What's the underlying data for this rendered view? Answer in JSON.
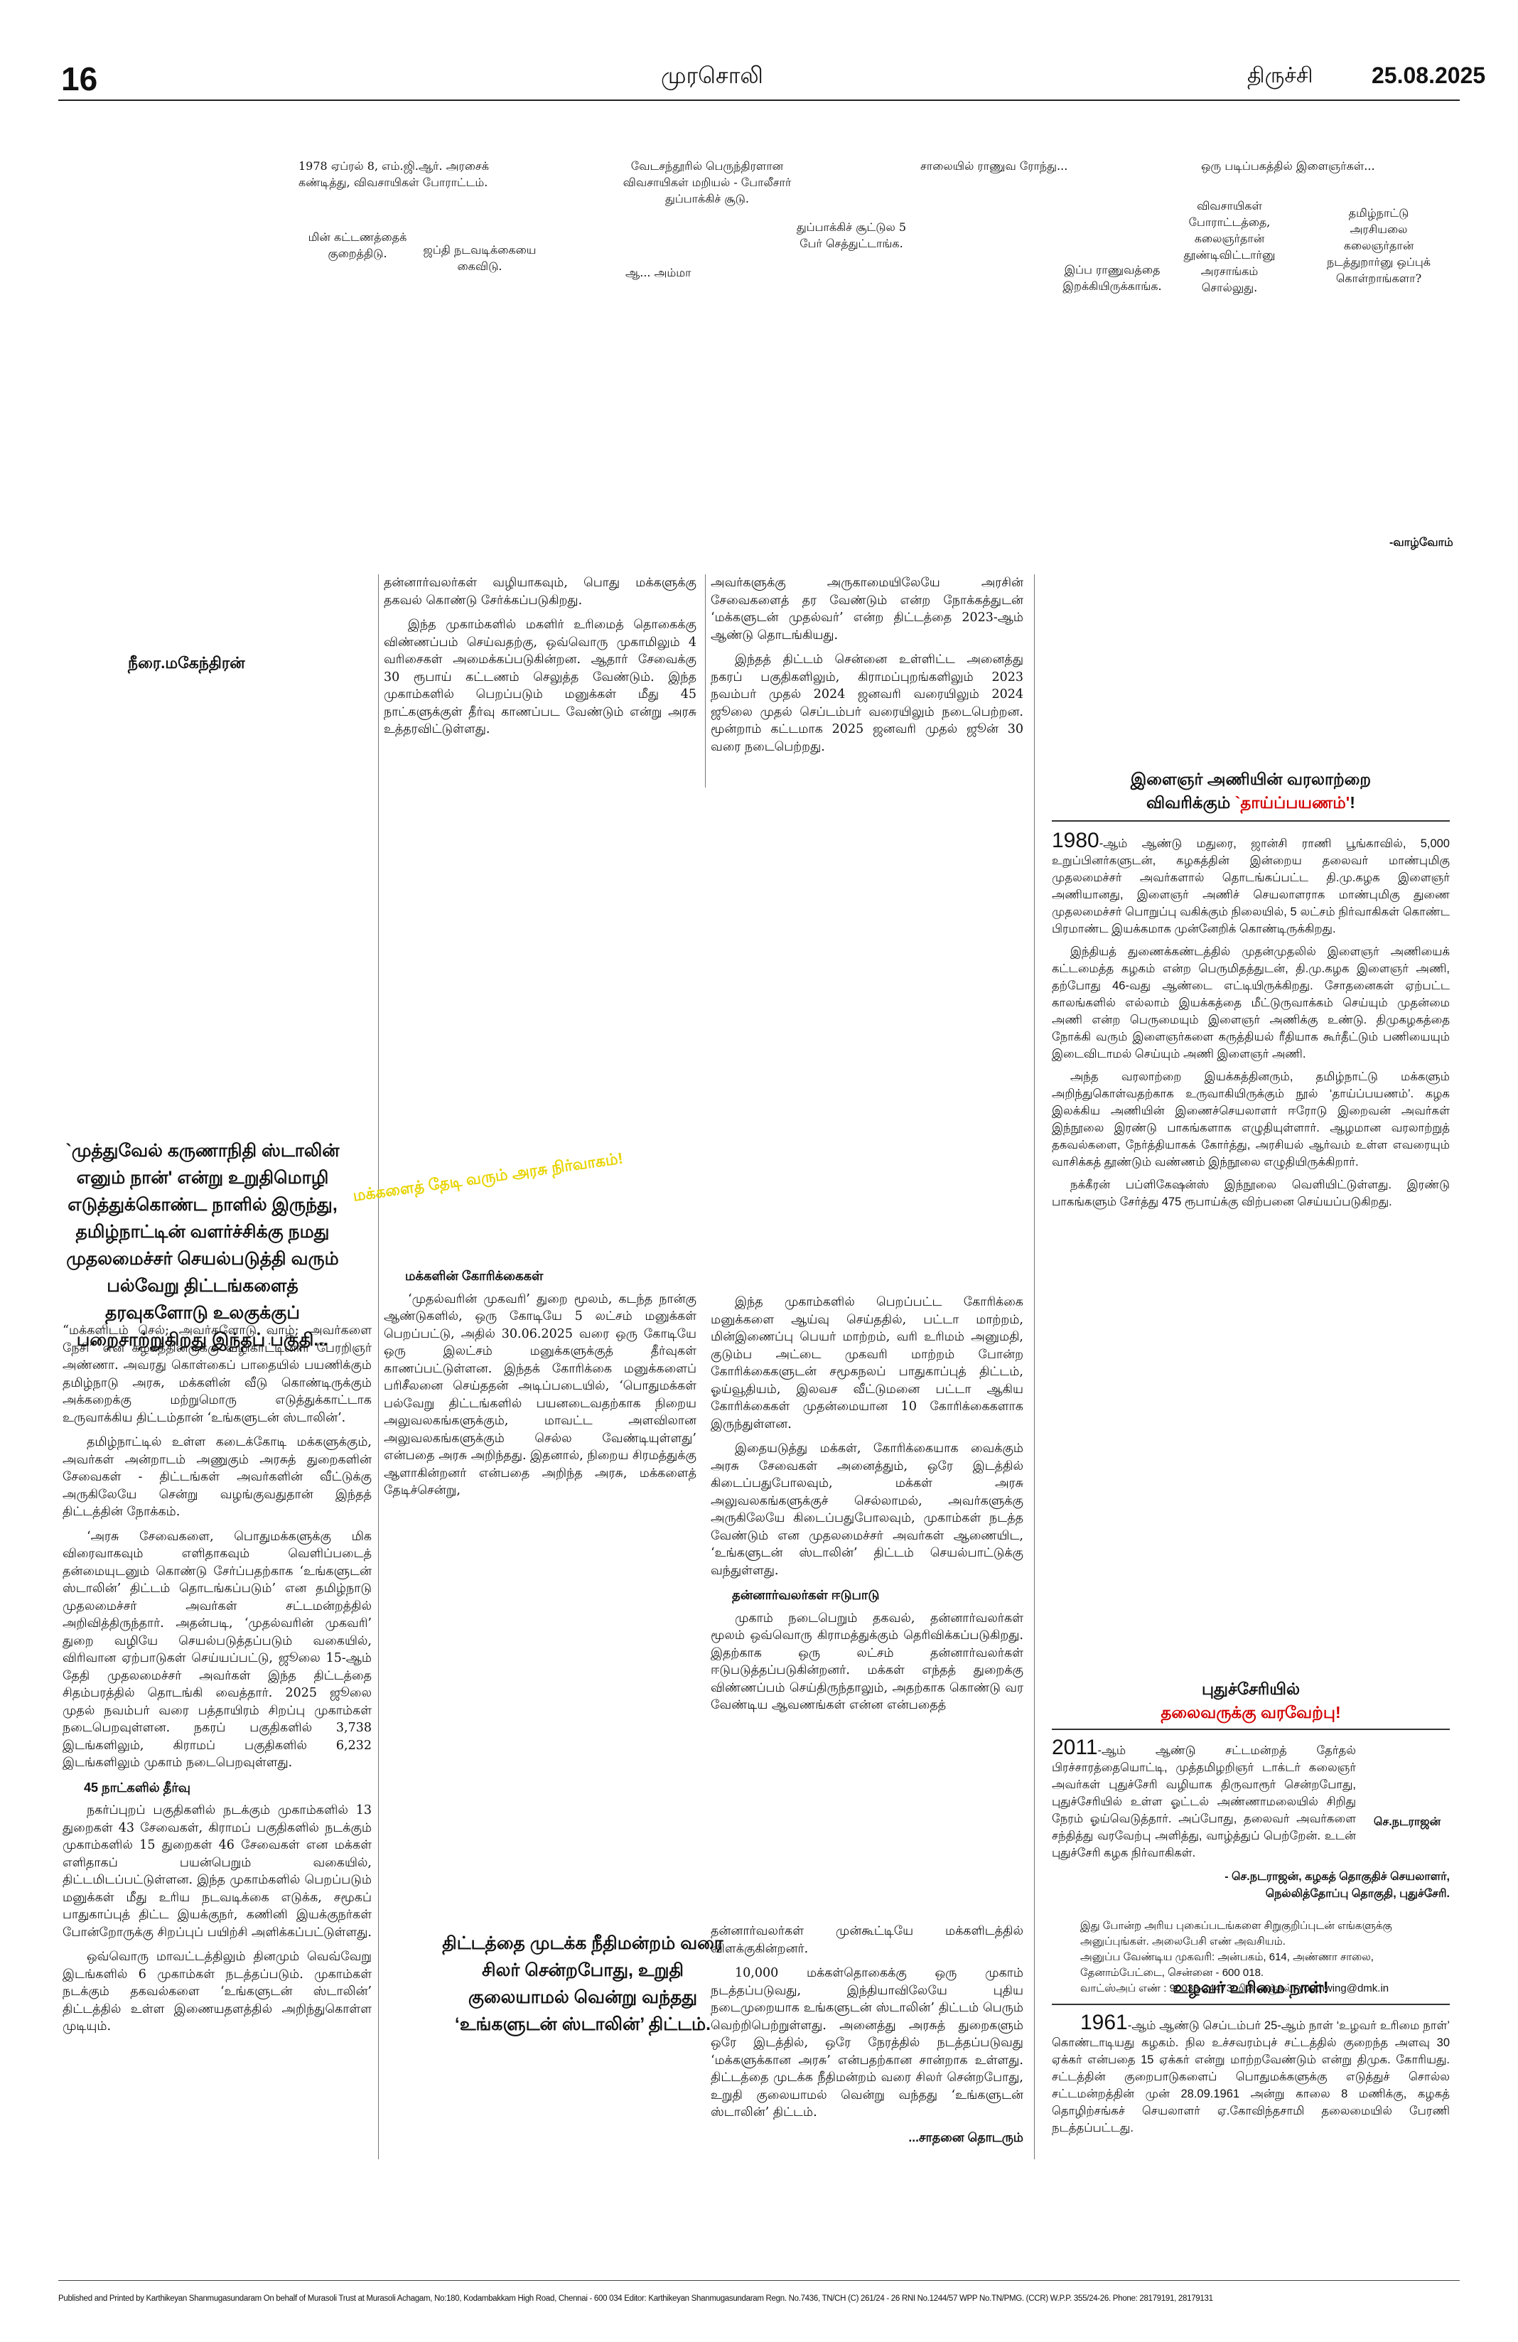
{
  "header": {
    "page_no": "16",
    "masthead": "முரசொலி",
    "city": "திருச்சி",
    "date": "25.08.2025"
  },
  "cartoon_captions": [
    "1978 ஏப்ரல் 8, எம்.ஜி.ஆர். அரசைக் கண்டித்து, விவசாயிகள் போராட்டம்.",
    "வேடசந்தூரில் பெருந்திரளான விவசாயிகள் மறியல் - போலீசார் துப்பாக்கிச் சூடு.",
    "சாலையில் ராணுவ ரோந்து...",
    "ஒரு படிப்பகத்தில் இளைஞர்கள்...",
    "மின் கட்டணத்தைக் குறைத்திடு.",
    "ஜப்தி நடவடிக்கையை கைவிடு.",
    "ஆ... அம்மா",
    "துப்பாக்கிச் சூட்டுல 5 பேர் செத்துட்டாங்க.",
    "இப்ப ராணுவத்தை இறக்கியிருக்காங்க.",
    "விவசாயிகள் போராட்டத்தை, கலைஞர்தான் தூண்டிவிட்டார்னு அரசாங்கம் சொல்லுது.",
    "தமிழ்நாட்டு அரசியலை கலைஞர்தான் நடத்துறார்னு ஒப்புக் கொள்றாங்களா?"
  ],
  "cartoon_tag": "-வாழ்வோம்",
  "byline": "நீரை.மகேந்திரன்",
  "kicker": "`முத்துவேல் கருணாநிதி ஸ்டாலின் எனும் நான்' என்று உறுதிமொழி எடுத்துக்கொண்ட நாளில் இருந்து, தமிழ்நாட்டின் வளர்ச்சிக்கு நமது முதலமைச்சர் செயல்படுத்தி வரும் பல்வேறு திட்டங்களைத் தரவுகளோடு உலகுக்குப் பறைசாற்றுகிறது இந்தப் பகுதி...",
  "diagonal_title": "மக்களைத் தேடி வரும் அரசு நிர்வாகம்!",
  "article": {
    "col1_p1": "“மக்களிடம் செல்; அவர்களோடு வாழ்; அவர்களை நேசி” என கழகத்தினருக்கு வழிகாட்டினார் பேரறிஞர் அண்ணா. அவரது கொள்கைப் பாதையில் பயணிக்கும் தமிழ்நாடு அரசு, மக்களின் வீடு கொண்டிருக்கும் அக்கறைக்கு மற்றுமொரு எடுத்துக்காட்டாக உருவாக்கிய திட்டம்தான் ‘உங்களுடன் ஸ்டாலின்’.",
    "col1_p2": "தமிழ்நாட்டில் உள்ள கடைக்கோடி மக்களுக்கும், அவர்கள் அன்றாடம் அணுகும் அரசுத் துறைகளின் சேவைகள் - திட்டங்கள் அவர்களின் வீட்டுக்கு அருகிலேயே சென்று வழங்குவதுதான் இந்தத் திட்டத்தின் நோக்கம்.",
    "col1_p3": "‘அரசு சேவைகளை, பொதுமக்களுக்கு மிக விரைவாகவும் எளிதாகவும் வெளிப்படைத் தன்மையுடனும் கொண்டு சேர்ப்பதற்காக ‘உங்களுடன் ஸ்டாலின்’ திட்டம் தொடங்கப்படும்’ என தமிழ்நாடு முதலமைச்சர் அவர்கள் சட்டமன்றத்தில் அறிவித்திருந்தார். அதன்படி, ‘முதல்வரின் முகவரி’ துறை வழியே செயல்படுத்தப்படும் வகையில், விரிவான ஏற்பாடுகள் செய்யப்பட்டு, ஜூலை 15-ஆம் தேதி முதலமைச்சர் அவர்கள் இந்த திட்டத்தை சிதம்பரத்தில் தொடங்கி வைத்தார். 2025 ஜூலை முதல் நவம்பர் வரை பத்தாயிரம் சிறப்பு முகாம்கள் நடைபெறவுள்ளன. நகரப் பகுதிகளில் 3,738 இடங்களிலும், கிராமப் பகுதிகளில் 6,232 இடங்களிலும் முகாம் நடைபெறவுள்ளது.",
    "col1_sub": "45 நாட்களில் தீர்வு",
    "col1_p4": "நகர்ப்புறப் பகுதிகளில் நடக்கும் முகாம்களில் 13 துறைகள் 43 சேவைகள், கிராமப் பகுதிகளில் நடக்கும் முகாம்களில் 15 துறைகள் 46 சேவைகள் என மக்கள் எளிதாகப் பயன்பெறும் வகையில், திட்டமிடப்பட்டுள்ளன. இந்த முகாம்களில் பெறப்படும் மனுக்கள் மீது உரிய நடவடிக்கை எடுக்க, சமூகப் பாதுகாப்புத் திட்ட இயக்குநர், கணினி இயக்குநர்கள் போன்றோருக்கு சிறப்புப் பயிற்சி அளிக்கப்பட்டுள்ளது.",
    "col1_p5": "ஒவ்வொரு மாவட்டத்திலும் தினமும் வெவ்வேறு இடங்களில் 6 முகாம்கள் நடத்தப்படும். முகாம்கள் நடக்கும் தகவல்களை ‘உங்களுடன் ஸ்டாலின்’ திட்டத்தில் உள்ள இணையதளத்தில் அறிந்துகொள்ள முடியும்.",
    "col2_p1": "தன்னார்வலர்கள் வழியாகவும், பொது மக்களுக்கு தகவல் கொண்டு சேர்க்கப்படுகிறது.",
    "col2_p2": "இந்த முகாம்களில் மகளிர் உரிமைத் தொகைக்கு விண்ணப்பம் செய்வதற்கு, ஒவ்வொரு முகாமிலும் 4 வரிசைகள் அமைக்கப்படுகின்றன. ஆதார் சேவைக்கு 30 ரூபாய் கட்டணம் செலுத்த வேண்டும். இந்த முகாம்களில் பெறப்படும் மனுக்கள் மீது 45 நாட்களுக்குள் தீர்வு காணப்பட வேண்டும் என்று அரசு உத்தரவிட்டுள்ளது.",
    "col3_p1": "அவர்களுக்கு அருகாமையிலேயே அரசின் சேவைகளைத் தர வேண்டும் என்ற நோக்கத்துடன் ‘மக்களுடன் முதல்வர்’ என்ற திட்டத்தை 2023-ஆம் ஆண்டு தொடங்கியது.",
    "col3_p2": "இந்தத் திட்டம் சென்னை உள்ளிட்ட அனைத்து நகரப் பகுதிகளிலும், கிராமப்புறங்களிலும் 2023 நவம்பர் முதல் 2024 ஜனவரி வரையிலும் 2024 ஜூலை முதல் செப்டம்பர் வரையிலும் நடைபெற்றன. மூன்றாம் கட்டமாக 2025 ஜனவரி முதல் ஜூன் 30 வரை நடைபெற்றது.",
    "col3_lower_p1": "இந்த முகாம்களில் பெறப்பட்ட கோரிக்கை மனுக்களை ஆய்வு செய்ததில், பட்டா மாற்றம், மின்இணைப்பு பெயர் மாற்றம், வரி உரிமம் அனுமதி, குடும்ப அட்டை முகவரி மாற்றம் போன்ற கோரிக்கைகளுடன் சமூகநலப் பாதுகாப்புத் திட்டம், ஓய்வூதியம், இலவச வீட்டுமனை பட்டா ஆகிய கோரிக்கைகள் முதன்மையான 10 கோரிக்கைகளாக இருந்துள்ளன.",
    "col3_lower_p2": "இதையடுத்து மக்கள், கோரிக்கையாக வைக்கும் அரசு சேவைகள் அனைத்தும், ஒரே இடத்தில் கிடைப்பதுபோலவும், மக்கள் அரசு அலுவலகங்களுக்குச் செல்லாமல், அவர்களுக்கு அருகிலேயே கிடைப்பதுபோலவும், முகாம்கள் நடத்த வேண்டும் என முதலமைச்சர் அவர்கள் ஆணையிட, ‘உங்களுடன் ஸ்டாலின்’ திட்டம் செயல்பாட்டுக்கு வந்துள்ளது.",
    "col3_sub": "தன்னார்வலர்கள் ஈடுபாடு",
    "col3_lower_p3": "முகாம் நடைபெறும் தகவல், தன்னார்வலர்கள் மூலம் ஒவ்வொரு கிராமத்துக்கும் தெரிவிக்கப்படுகிறது. இதற்காக ஒரு லட்சம் தன்னார்வலர்கள் ஈடுபடுத்தப்படுகின்றனர். மக்கள் எந்தத் துறைக்கு விண்ணப்பம் செய்திருந்தாலும், அதற்காக கொண்டு வர வேண்டிய ஆவணங்கள் என்ன என்பதைத்",
    "col2_sub": "மக்களின் கோரிக்கைகள்",
    "col2_lower_p1": "‘முதல்வரின் முகவரி’ துறை மூலம், கடந்த நான்கு ஆண்டுகளில், ஒரு கோடியே 5 லட்சம் மனுக்கள் பெறப்பட்டு, அதில் 30.06.2025 வரை ஒரு கோடியே ஒரு இலட்சம் மனுக்களுக்குத் தீர்வுகள் காணப்பட்டுள்ளன. இந்தக் கோரிக்கை மனுக்களைப் பரிசீலனை செய்ததன் அடிப்படையில், ‘பொதுமக்கள் பல்வேறு திட்டங்களில் பயனடைவதற்காக நிறைய அலுவலகங்களுக்கும், மாவட்ட அளவிலான அலுவலகங்களுக்கும் செல்ல வேண்டியுள்ளது’ என்பதை அரசு அறிந்தது. இதனால், நிறைய சிரமத்துக்கு ஆளாகின்றனர் என்பதை அறிந்த அரசு, மக்களைத் தேடிச்சென்று,",
    "col3_bottom_p1": "தன்னார்வலர்கள் முன்கூட்டியே மக்களிடத்தில் விளக்குகின்றனர்.",
    "col3_bottom_p2": "10,000 மக்கள்தொகைக்கு ஒரு முகாம் நடத்தப்படுவது, இந்தியாவிலேயே புதிய நடைமுறையாக உங்களுடன் ஸ்டாலின்’ திட்டம் பெரும் வெற்றிபெற்றுள்ளது. அனைத்து அரசுத் துறைகளும் ஒரே இடத்தில், ஒரே நேரத்தில் நடத்தப்படுவது ‘மக்களுக்கான அரசு’ என்பதற்கான சான்றாக உள்ளது. திட்டத்தை முடக்க நீதிமன்றம் வரை சிலர் சென்றபோது, உறுதி குலையாமல் வென்று வந்தது ‘உங்களுடன் ஸ்டாலின்’ திட்டம்.",
    "continued": "...சாதனை தொடரும்",
    "pullquote": "திட்டத்தை முடக்க நீதிமன்றம் வரை சிலர் சென்றபோது, உறுதி குலையாமல் வென்று வந்தது ‘உங்களுடன் ஸ்டாலின்’ திட்டம்."
  },
  "sidebar1": {
    "title_line1": "இளைஞர் அணியின் வரலாற்றை",
    "title_line2": "விவரிக்கும்",
    "title_red": "`தாய்ப்பயணம்'",
    "title_end": "!",
    "year": "1980",
    "p1": "-ஆம் ஆண்டு மதுரை, ஜான்சி ராணி பூங்காவில், 5,000 உறுப்பினர்களுடன், கழகத்தின் இன்றைய தலைவர் மாண்புமிகு முதலமைச்சர் அவர்களால் தொடங்கப்பட்ட தி.மு.கழக இளைஞர் அணியானது, இளைஞர் அணிச் செயலாளராக மாண்புமிகு துணை முதலமைச்சர் பொறுப்பு வகிக்கும் நிலையில், 5 லட்சம் நிர்வாகிகள் கொண்ட பிரமாண்ட இயக்கமாக முன்னேறிக் கொண்டிருக்கிறது.",
    "p2": "இந்தியத் துணைக்கண்டத்தில் முதன்முதலில் இளைஞர் அணியைக் கட்டமைத்த கழகம் என்ற பெருமிதத்துடன், தி.மு.கழக இளைஞர் அணி, தற்போது 46-வது ஆண்டை எட்டியிருக்கிறது. சோதனைகள் ஏற்பட்ட காலங்களில் எல்லாம் இயக்கத்தை மீட்டுருவாக்கம் செய்யும் முதன்மை அணி என்ற பெருமையும் இளைஞர் அணிக்கு உண்டு. திமுகழகத்தை நோக்கி வரும் இளைஞர்களை கருத்தியல் ரீதியாக கூர்தீட்டும் பணியையும் இடைவிடாமல் செய்யும் அணி இளைஞர் அணி.",
    "p3": "அந்த வரலாற்றை இயக்கத்தினரும், தமிழ்நாட்டு மக்களும் அறிந்துகொள்வதற்காக உருவாகியிருக்கும் நூல் ‘தாய்ப்பயணம்’. கழக இலக்கிய அணியின் இணைச்செயலாளர் ஈரோடு இறைவன் அவர்கள் இந்நூலை இரண்டு பாகங்களாக எழுதியுள்ளார். ஆழமான வரலாற்றுத் தகவல்களை, நேர்த்தியாகக் கோர்த்து, அரசியல் ஆர்வம் உள்ள எவரையும் வாசிக்கத் தூண்டும் வண்ணம் இந்நூலை எழுதியிருக்கிறார்.",
    "p4": "நக்கீரன் பப்ளிகேஷன்ஸ் இந்நூலை வெளியிட்டுள்ளது. இரண்டு பாகங்களும் சேர்த்து 475 ரூபாய்க்கு விற்பனை செய்யப்படுகிறது."
  },
  "sidebar2": {
    "title_line1": "புதுச்சேரியில்",
    "title_red": "தலைவருக்கு வரவேற்பு!",
    "year": "2011",
    "body": "-ஆம் ஆண்டு சட்டமன்றத் தேர்தல் பிரச்சாரத்தையொட்டி, முத்தமிழறிஞர் டாக்டர் கலைஞர் அவர்கள் புதுச்சேரி வழியாக திருவாரூர் சென்றபோது, புதுச்சேரியில் உள்ள ஓட்டல் அண்ணாமலையில் சிறிது நேரம் ஓய்வெடுத்தார். அப்போது, தலைவர் அவர்களை சந்தித்து வரவேற்பு அளித்து, வாழ்த்துப் பெற்றேன். உடன் புதுச்சேரி கழக நிர்வாகிகள்.",
    "photo_name": "செ.நடராஜன்",
    "credit1": "- செ.நடராஜன், கழகத் தொகுதிச் செயலாளர்,",
    "credit2": "நெல்லித்தோப்பு தொகுதி, புதுச்சேரி.",
    "note1": "இது போன்ற அரிய புகைப்படங்களை சிறுகுறிப்புடன் எங்களுக்கு அனுப்புங்கள். அலைபேசி எண் அவசியம்.",
    "note2": "அனுப்ப வேண்டிய முகவரி: அன்பகம், 614, அண்ணா சாலை, தேனாம்பேட்டை, சென்னை - 600 018.",
    "note3": "வாட்ஸ்அப் எண் : 90033-24473 மின்னஞ்சல்: youthwing@dmk.in"
  },
  "sidebar3": {
    "title": "உழவர் உரிமை நாள்!",
    "year": "1961",
    "body": "-ஆம் ஆண்டு செப்டம்பர் 25-ஆம் நாள் ‘உழவர் உரிமை நாள்’ கொண்டாடியது கழகம். நில உச்சவரம்புச் சட்டத்தில் குறைந்த அளவு 30 ஏக்கர் என்பதை 15 ஏக்கர் என்று மாற்றவேண்டும் என்று திமுக. கோரியது. சட்டத்தின் குறைபாடுகளைப் பொதுமக்களுக்கு எடுத்துச் சொல்ல சட்டமன்றத்தின் முன் 28.09.1961 அன்று காலை 8 மணிக்கு, கழகத் தொழிற்சங்கச் செயலாளர் ஏ.கோவிந்தசாமி தலைமையில் பேரணி நடத்தப்பட்டது."
  },
  "footer": "Published and Printed by Karthikeyan Shanmugasundaram On behalf of Murasoli Trust at Murasoli Achagam, No:180, Kodambakkam High Road, Chennai - 600 034 Editor: Karthikeyan Shanmugasundaram Regn. No.7436, TN/CH (C) 261/24 - 26 RNI No.1244/57 WPP No.TN/PMG. (CCR) W.P.P. 355/24-26. Phone: 28179191, 28179131"
}
